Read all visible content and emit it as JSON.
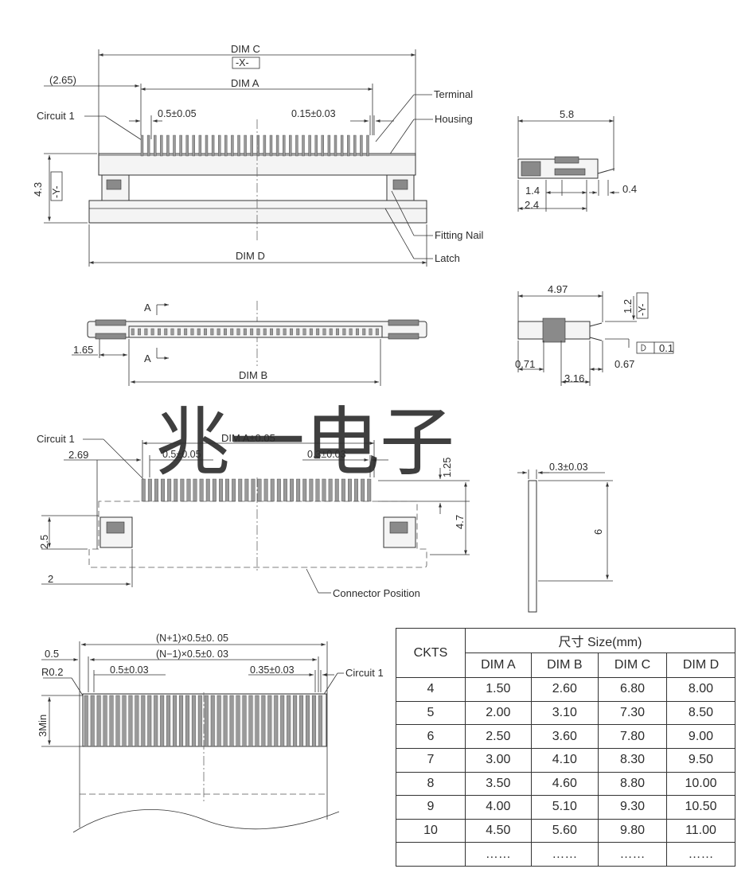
{
  "labels": {
    "dim_c": "DIM C",
    "x_datum": "-X-",
    "y_datum": "-Y-",
    "offset_265": "(2.65)",
    "dim_a": "DIM A",
    "terminal": "Terminal",
    "housing": "Housing",
    "circuit1": "Circuit 1",
    "pitch_05": "0.5±0.05",
    "width_015": "0.15±0.03",
    "h_43": "4.3",
    "fitting_nail": "Fitting Nail",
    "latch": "Latch",
    "dim_d": "DIM D",
    "side_58": "5.8",
    "side_14": "1.4",
    "side_04": "0.4",
    "side_24": "2.4",
    "section_a": "A",
    "front_165": "1.65",
    "dim_b": "DIM B",
    "side_497": "4.97",
    "side_12": "1.2",
    "side_01": "0.1",
    "side_071": "0.71",
    "side_067": "0.67",
    "side_316": "3.16",
    "dim_a_tol": "DIM A±0.05",
    "pcb_269": "2.69",
    "pcb_03": "0.3±0.03",
    "pcb_125": "1.25",
    "pcb_47": "4.7",
    "pcb_25": "2.5",
    "pcb_2": "2",
    "connector_position": "Connector Position",
    "fpc_03": "0.3±0.03",
    "fpc_6": "6",
    "fpc_n1": "(N+1)×0.5±0. 05",
    "fpc_nm1": "(N−1)×0.5±0. 03",
    "fpc_05": "0.5",
    "fpc_r02": "R0.2",
    "fpc_pitch": "0.5±0.03",
    "fpc_035": "0.35±0.03",
    "fpc_3min": "3Min",
    "watermark": "兆一电子"
  },
  "table": {
    "ckts_header": "CKTS",
    "size_header": "尺寸 Size(mm)",
    "columns": [
      "DIM A",
      "DIM B",
      "DIM C",
      "DIM D"
    ],
    "rows": [
      {
        "ckts": "4",
        "a": "1.50",
        "b": "2.60",
        "c": "6.80",
        "d": "8.00"
      },
      {
        "ckts": "5",
        "a": "2.00",
        "b": "3.10",
        "c": "7.30",
        "d": "8.50"
      },
      {
        "ckts": "6",
        "a": "2.50",
        "b": "3.60",
        "c": "7.80",
        "d": "9.00"
      },
      {
        "ckts": "7",
        "a": "3.00",
        "b": "4.10",
        "c": "8.30",
        "d": "9.50"
      },
      {
        "ckts": "8",
        "a": "3.50",
        "b": "4.60",
        "c": "8.80",
        "d": "10.00"
      },
      {
        "ckts": "9",
        "a": "4.00",
        "b": "5.10",
        "c": "9.30",
        "d": "10.50"
      },
      {
        "ckts": "10",
        "a": "4.50",
        "b": "5.60",
        "c": "9.80",
        "d": "11.00"
      },
      {
        "ckts": "",
        "a": "……",
        "b": "……",
        "c": "……",
        "d": "……"
      }
    ]
  },
  "colors": {
    "watermark": "#f07a43",
    "line": "#333333"
  }
}
